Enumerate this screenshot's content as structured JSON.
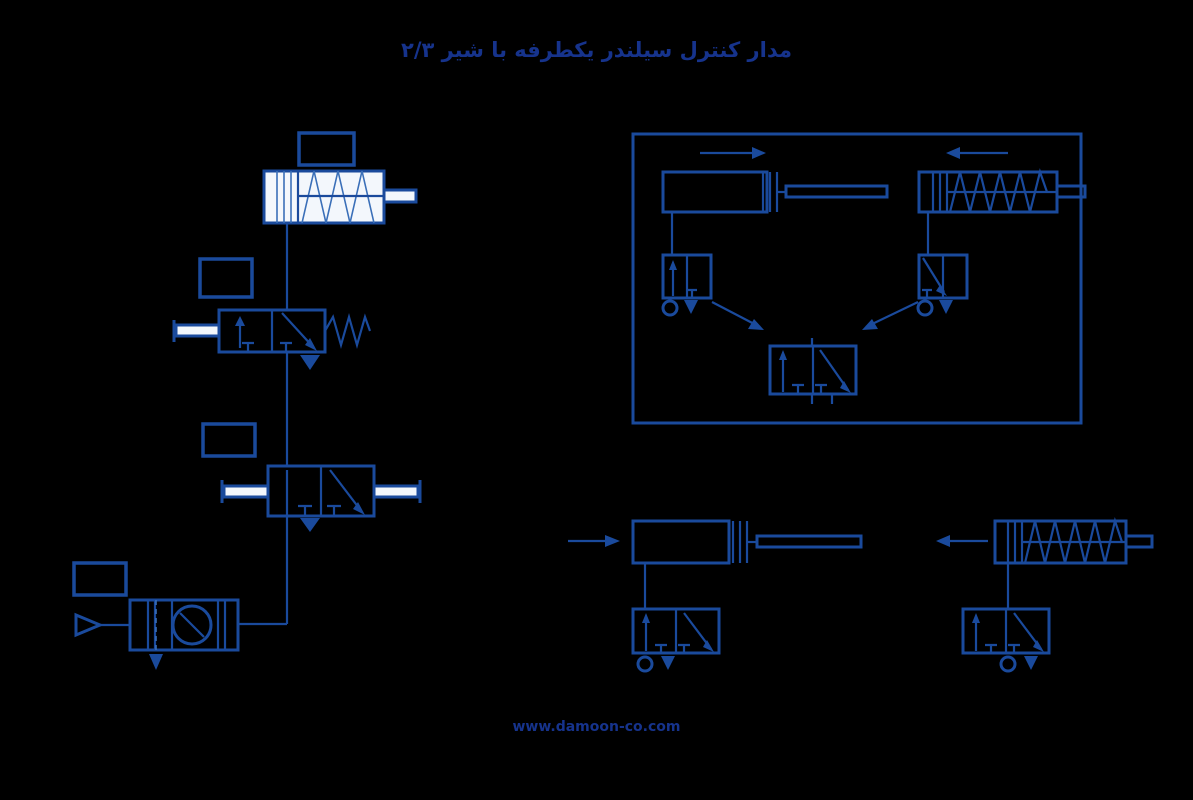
{
  "page": {
    "title": "مدار کنترل سیلندر یکطرفه با شیر ۳/۲",
    "title_translit": "Control circuit of single-acting cylinder with 3/2 valve",
    "url": "www.damoon-co.com",
    "background_color": "#000000",
    "line_color": "#1a4a9c",
    "text_color": "#16338c"
  },
  "main_circuit": {
    "name": "single-acting-cylinder-control-circuit",
    "components": [
      {
        "id": "cylinder",
        "type": "single-acting-cylinder-spring-return",
        "label": "",
        "state": "retracted",
        "label_box": true
      },
      {
        "id": "valve-upper",
        "type": "3-2-way-valve-pushbutton-spring-return",
        "label": "",
        "ports": "3/2",
        "actuator": "push-button",
        "return": "spring",
        "label_box": true
      },
      {
        "id": "valve-lower",
        "type": "3-2-way-valve-pushbutton-spring-return",
        "label": "",
        "ports": "3/2",
        "actuator": "push-button",
        "return": "spring",
        "label_box": true
      },
      {
        "id": "air-service-unit",
        "type": "filter-regulator-lubricator-with-gauge",
        "label": "",
        "label_box": true
      },
      {
        "id": "compressed-air-source",
        "type": "air-supply-triangle",
        "label": ""
      }
    ]
  },
  "inset_panel": {
    "name": "operation-states-panel",
    "border": true,
    "states": [
      {
        "id": "extend-state",
        "arrow": "right",
        "arrow_glyph": "→",
        "cylinder_state": "extended",
        "valve_state": "actuated"
      },
      {
        "id": "retract-state",
        "arrow": "left",
        "arrow_glyph": "←",
        "cylinder_state": "retracted",
        "valve_state": "spring-return"
      }
    ],
    "shared_valve": {
      "id": "central-3-2-valve",
      "type": "3-2-way-valve"
    }
  },
  "bottom_row": {
    "name": "bottom-state-examples",
    "items": [
      {
        "id": "bottom-extend-assembly",
        "arrow": "right",
        "arrow_glyph": "→",
        "cylinder_state": "extended",
        "valve": "3-2-way-valve"
      },
      {
        "id": "bottom-retract-assembly",
        "arrow": "left",
        "arrow_glyph": "←",
        "cylinder_state": "retracted-with-spring",
        "valve": "3-2-way-valve"
      }
    ]
  }
}
